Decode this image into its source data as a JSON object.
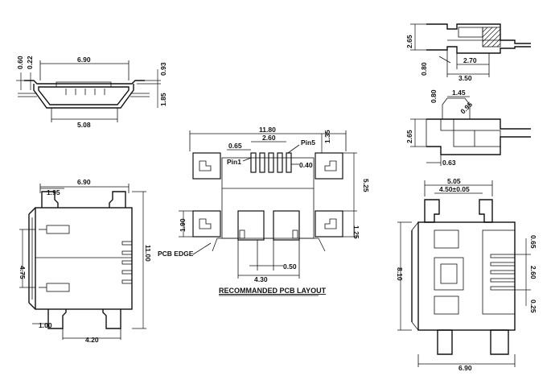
{
  "front_view": {
    "dim_top": "6.90",
    "dim_left_a": "0.60",
    "dim_left_b": "0.22",
    "dim_right_a": "0.93",
    "dim_right_b": "1.85",
    "dim_bottom": "5.08"
  },
  "top_view": {
    "dim_width": "6.90",
    "dim_length": "11.00",
    "dim_inner": "4.75",
    "dim_offset": "1.95",
    "dim_bottom_left": "1.00",
    "dim_bottom": "4.20"
  },
  "pcb_layout": {
    "dim_total": "11.80",
    "dim_pitch_span": "2.60",
    "dim_pad_gap": "0.65",
    "label_pin1": "Pin1",
    "label_pin5": "Pin5",
    "dim_pad_w": "0.40",
    "dim_pad_h": "1.35",
    "dim_height": "5.25",
    "dim_left_pad": "1.90",
    "dim_right_pad": "1.25",
    "dim_center": "0.50",
    "dim_bottom": "4.30",
    "label_pcb_edge": "PCB EDGE",
    "caption": "RECOMMANDED PCB LAYOUT"
  },
  "side_view": {
    "dim_h": "2.65",
    "dim_a": "2.70",
    "dim_b": "3.50",
    "dim_c": "0.80"
  },
  "side_view_2": {
    "dim_a": "1.45",
    "dim_b": "0.80",
    "dim_c": "0.95",
    "dim_d": "2.65",
    "dim_e": "0.63"
  },
  "bottom_view": {
    "dim_top": "5.05",
    "dim_inner": "4.50±0.05",
    "dim_height": "8.10",
    "dim_r1": "0.65",
    "dim_r2": "2.60",
    "dim_r3": "0.25",
    "dim_bottom": "6.90"
  }
}
